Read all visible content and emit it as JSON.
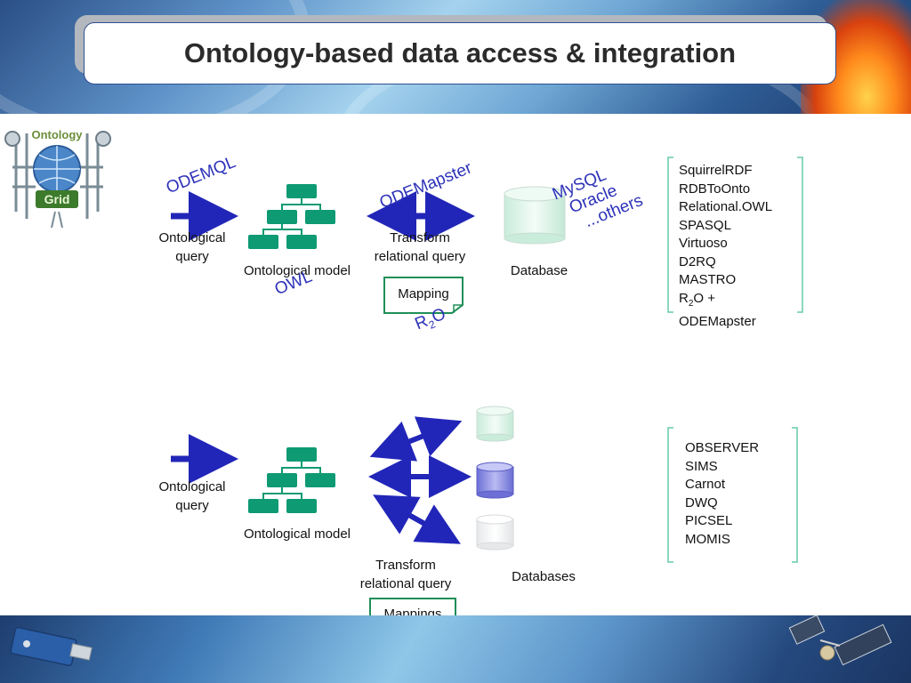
{
  "title": "Ontology-based data access & integration",
  "top": {
    "query_label": [
      "Ontological",
      "query"
    ],
    "model_label": "Ontological model",
    "transform_label": [
      "Transform",
      "relational query"
    ],
    "database_label": "Database",
    "mapping_label": "Mapping",
    "odemql": "ODEMQL",
    "owl": "OWL",
    "odemapster": "ODEMapster",
    "r2o_main": "R",
    "r2o_sub": "2",
    "r2o_tail": "O",
    "db_systems": [
      "MySQL",
      "Oracle",
      "...others"
    ],
    "tools": [
      "SquirrelRDF",
      "RDBToOnto",
      "Relational.OWL",
      "SPASQL",
      "Virtuoso",
      "D2RQ",
      "MASTRO"
    ],
    "tools_r2o": {
      "main": "R",
      "sub": "2",
      "tail": "O +"
    },
    "tools_last": "ODEMapster"
  },
  "bottom": {
    "query_label": [
      "Ontological",
      "query"
    ],
    "model_label": "Ontological model",
    "transform_label": [
      "Transform",
      "relational query"
    ],
    "databases_label": "Databases",
    "mappings_label": "Mappings",
    "systems": [
      "OBSERVER",
      "SIMS",
      "Carnot",
      "DWQ",
      "PICSEL",
      "MOMIS"
    ]
  },
  "colors": {
    "tree_node": "#0e9a73",
    "arrow": "#2226b8",
    "db_top": "#dff5ea",
    "db_bottom_1": "#e2f7ee",
    "db_bottom_2": "#8888e0",
    "db_bottom_3": "#ffffff",
    "bracket": "#66ccaa"
  },
  "logo": {
    "text_top": "Ontology",
    "text_bottom": "Grid"
  }
}
